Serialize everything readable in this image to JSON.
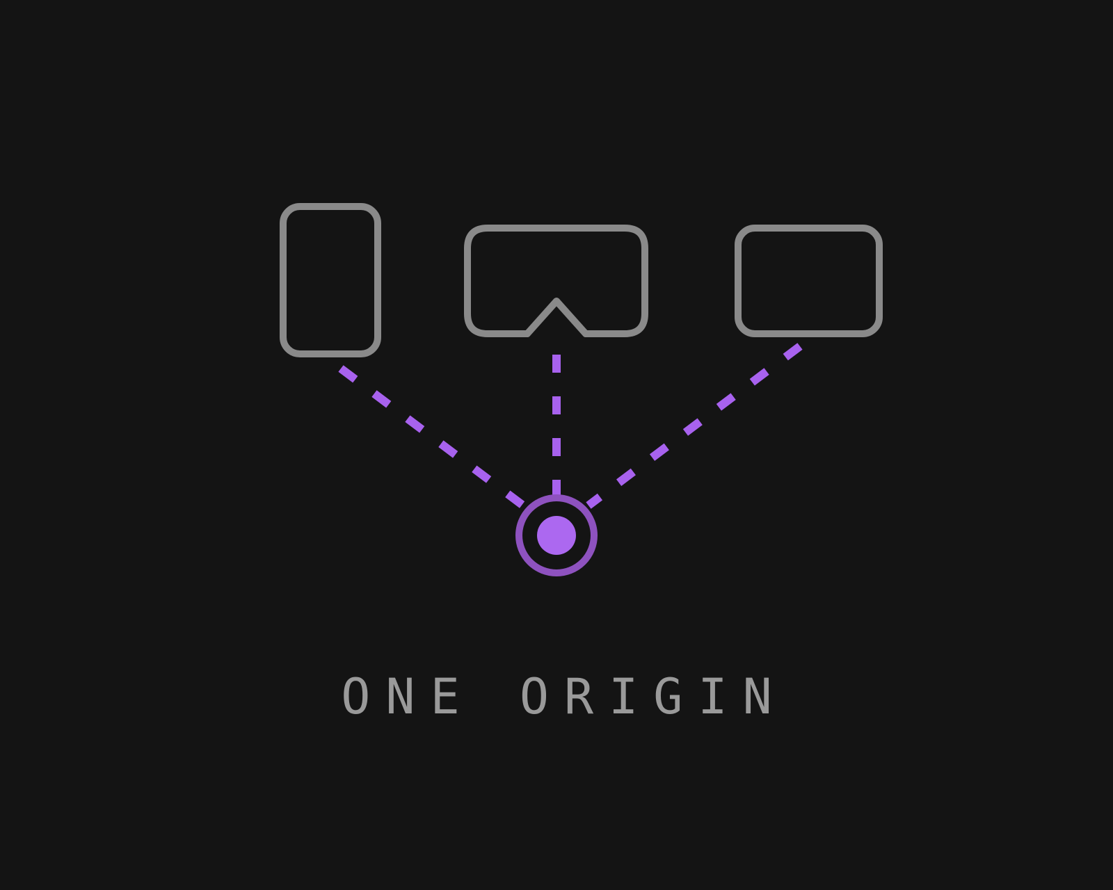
{
  "caption": "ONE ORIGIN",
  "nodes": [
    {
      "id": "phone",
      "icon": "phone-outline-icon"
    },
    {
      "id": "vr-headset",
      "icon": "vr-headset-outline-icon"
    },
    {
      "id": "display",
      "icon": "display-outline-icon"
    },
    {
      "id": "origin",
      "icon": "origin-target-icon"
    }
  ],
  "edges": [
    {
      "from": "phone",
      "to": "origin",
      "style": "dashed"
    },
    {
      "from": "vr-headset",
      "to": "origin",
      "style": "dashed"
    },
    {
      "from": "display",
      "to": "origin",
      "style": "dashed"
    }
  ],
  "colors": {
    "background": "#141414",
    "device_outline": "#8a8a8a",
    "link": "#a862ee",
    "origin_ring": "#8e52bf",
    "origin_core": "#ac68f0",
    "caption": "#9a9a9a"
  }
}
